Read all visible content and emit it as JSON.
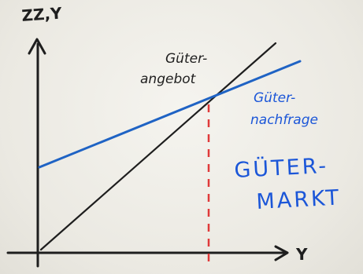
{
  "chart_data": {
    "type": "line",
    "ylabel": "ZZ,Y",
    "xlabel": "Y",
    "xlim": [
      0,
      10
    ],
    "ylim": [
      0,
      10
    ],
    "series": [
      {
        "name": "Güter-angebot",
        "x": [
          0,
          10
        ],
        "y": [
          0,
          10
        ]
      },
      {
        "name": "Güter-nachfrage",
        "x": [
          0,
          10
        ],
        "y": [
          3.5,
          8.1
        ]
      }
    ],
    "equilibrium": {
      "x": 6.3,
      "y": 6.3
    },
    "annotations": [
      "GÜTER-",
      "MARKT"
    ]
  },
  "colors": {
    "ink": "#1e1e1e",
    "supply": "#1e1e1e",
    "demand": "#1f63c4",
    "label_blue": "#1b56d8",
    "dashed": "#e03a3a"
  }
}
